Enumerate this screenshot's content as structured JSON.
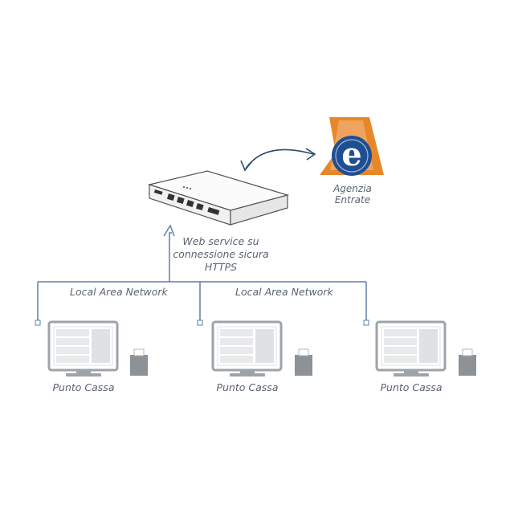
{
  "agency": {
    "logo_letter": "e",
    "name_line1": "Agenzia",
    "name_line2": "Entrate"
  },
  "webservice": {
    "line1": "Web service su",
    "line2": "connessione sicura",
    "line3": "HTTPS"
  },
  "network": {
    "lan_label_left": "Local Area Network",
    "lan_label_right": "Local Area Network"
  },
  "terminals": [
    {
      "label": "Punto Cassa"
    },
    {
      "label": "Punto Cassa"
    },
    {
      "label": "Punto Cassa"
    }
  ],
  "colors": {
    "network_line": "#5f7fa8",
    "logo_orange": "#e8862a",
    "logo_blue": "#1f4f93",
    "device_stroke": "#555555",
    "monitor": "#9ea3a8"
  }
}
